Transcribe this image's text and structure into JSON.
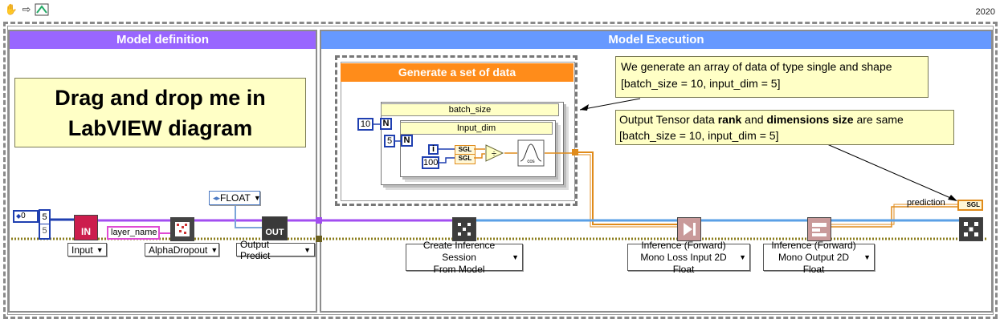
{
  "toolbar": {
    "icons": [
      "hand-icon",
      "arrow-icon",
      "vi-icon"
    ],
    "year": "2020"
  },
  "model_definition": {
    "title": "Model definition",
    "note": "Drag and drop me in LabVIEW diagram",
    "note_line1": "Drag and drop me in",
    "note_line2": "LabVIEW diagram",
    "array_index": "0",
    "array_value1": "5",
    "array_value2": "5",
    "input_vi_label": "IN",
    "input_dropdown": "Input",
    "layer_name": "layer_name",
    "dropout_dropdown": "AlphaDropout",
    "float_constant": "FLOAT",
    "output_vi_label": "OUT",
    "output_dropdown": "Output Predict"
  },
  "model_execution": {
    "title": "Model Execution",
    "generate_frame_title": "Generate a set of data",
    "batch_loop_label": "batch_size",
    "input_loop_label": "Input_dim",
    "batch_size_const": "10",
    "input_dim_const": "5",
    "n_label": "N",
    "i_label": "i",
    "const_100": "100",
    "sgl_label": "SGL",
    "cos_label": "cos",
    "note1_line1": "We generate an array of data of type single and shape",
    "note1_line2": "[batch_size = 10, input_dim = 5]",
    "note2_prefix": "Output Tensor data ",
    "note2_rank": "rank",
    "note2_and": " and ",
    "note2_dims": "dimensions size",
    "note2_suffix": " are same",
    "note2_line2": "[batch_size = 10, input_dim = 5]",
    "prediction_label": "prediction",
    "prediction_indicator": "SGL",
    "create_session_line1": "Create Inference Session",
    "create_session_line2": "From Model",
    "inference1_line1": "Inference (Forward)",
    "inference1_line2": "Mono Loss Input 2D Float",
    "inference2_line1": "Inference (Forward)",
    "inference2_line2": "Mono Output 2D Float"
  },
  "colors": {
    "model_def_header": "#9966ff",
    "model_exec_header": "#6699ff",
    "generate_header": "#ff8c1a",
    "note_bg": "#ffffc6",
    "wire_purple": "#a24ef0",
    "wire_blue": "#5aa0e6",
    "wire_orange": "#e08b1b",
    "wire_numeric": "#1f3fb0"
  }
}
